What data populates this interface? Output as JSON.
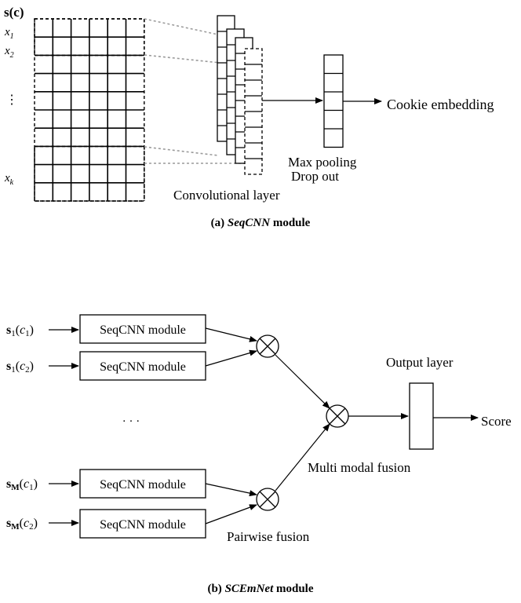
{
  "panel_a": {
    "input_label": "s(c)",
    "row_labels": [
      "x1",
      "x2",
      "⋮",
      "xk"
    ],
    "layer_labels": {
      "convolutional": "Convolutional layer",
      "max_pooling": "Max pooling",
      "drop_out": "Drop out",
      "output": "Cookie embedding"
    },
    "caption": {
      "prefix": "(a) ",
      "name": "SeqCNN",
      "suffix": " module"
    }
  },
  "panel_b": {
    "inputs": [
      "s1(c1)",
      "s1(c2)",
      "sM(c1)",
      "sM(c2)"
    ],
    "module_label": "SeqCNN module",
    "ellipsis": "· · ·",
    "pairwise_fusion": "Pairwise fusion",
    "multi_modal_fusion": "Multi modal fusion",
    "output_layer": "Output layer",
    "score": "Score",
    "caption": {
      "prefix": "(b) ",
      "name": "SCEmNet",
      "suffix": " module"
    }
  }
}
